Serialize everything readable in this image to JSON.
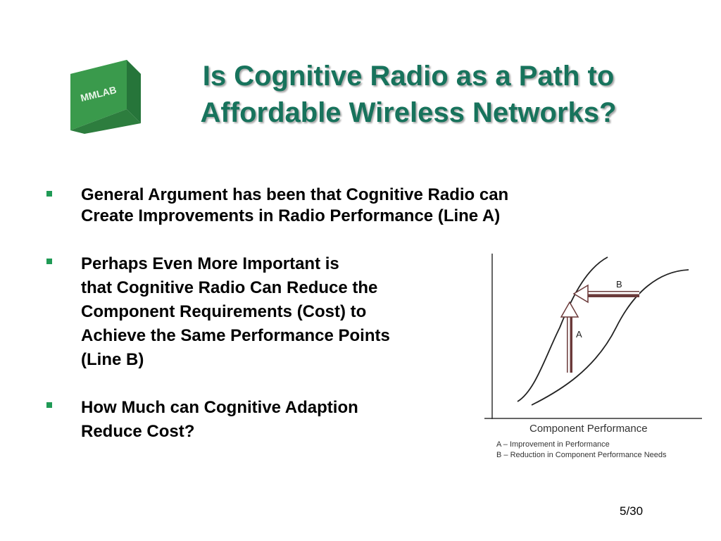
{
  "logo": {
    "text": "MMLAB",
    "colors": {
      "front": "#3a9a4c",
      "top": "#5fba6a",
      "side": "#26753a"
    }
  },
  "title": {
    "line1": "Is Cognitive Radio as a Path to",
    "line2": "Affordable Wireless Networks?",
    "color": "#17735c"
  },
  "bullets": [
    {
      "lines": [
        "General Argument has been that Cognitive Radio can",
        "Create Improvements in Radio Performance (Line A)"
      ]
    },
    {
      "lines": [
        "Perhaps Even More Important is",
        "that Cognitive Radio Can Reduce the",
        "Component Requirements (Cost) to",
        "Achieve the Same Performance Points",
        "(Line B)"
      ]
    },
    {
      "lines": [
        "How Much can Cognitive Adaption",
        "Reduce Cost?"
      ]
    }
  ],
  "bullet_color": "#1f9a55",
  "diagram": {
    "label_a": "A",
    "label_b": "B",
    "xlabel": "Component Performance",
    "legend_a": "A – Improvement in Performance",
    "legend_b": "B – Reduction in Component Performance Needs",
    "arrow_color": "#6b3a3a"
  },
  "slide_number": "5/30"
}
